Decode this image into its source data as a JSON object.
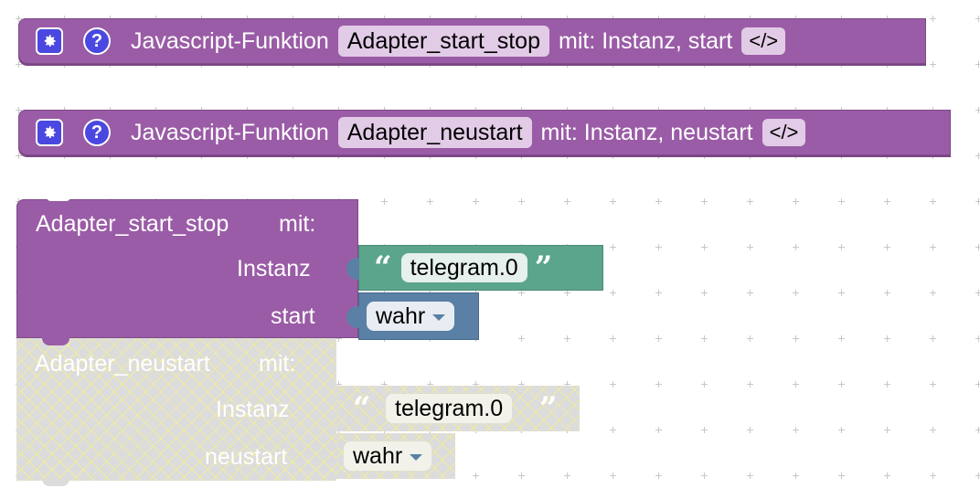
{
  "function_blocks": [
    {
      "label": "Javascript-Funktion",
      "name": "Adapter_start_stop",
      "params_label": "mit: Instanz, start",
      "code_button": "</>"
    },
    {
      "label": "Javascript-Funktion",
      "name": "Adapter_neustart",
      "params_label": "mit: Instanz, neustart",
      "code_button": "</>"
    }
  ],
  "call_block": {
    "name": "Adapter_start_stop",
    "mit": "mit:",
    "arg1_label": "Instanz",
    "arg1_value": "telegram.0",
    "arg2_label": "start",
    "arg2_value": "wahr"
  },
  "ghost_block": {
    "name": "Adapter_neustart",
    "mit": "mit:",
    "arg1_label": "Instanz",
    "arg1_value": "telegram.0",
    "arg2_label": "neustart",
    "arg2_value": "wahr"
  },
  "quote_open": "“",
  "quote_close": "”",
  "colors": {
    "procedure": "#9a5ca6",
    "text": "#5ba58c",
    "logic": "#5b80a5",
    "icon": "#4a48e0"
  },
  "icons": [
    "gear-icon",
    "help-icon",
    "dropdown-arrow-icon"
  ]
}
